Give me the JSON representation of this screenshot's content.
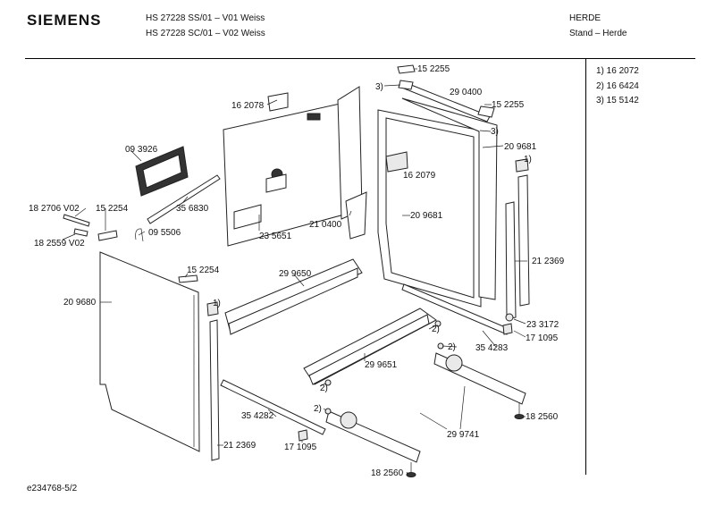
{
  "header": {
    "brand": "SIEMENS",
    "model_line_1": "HS 27228 SS/01 – V01 Weiss",
    "model_line_2": "HS 27228 SC/01 – V02 Weiss",
    "category": "HERDE",
    "subcategory": "Stand – Herde"
  },
  "notes": [
    "1)  16 2072",
    "2)  16 6424",
    "3)  15 5142"
  ],
  "part_labels": [
    "15 2255",
    "3)",
    "29 0400",
    "15 2255",
    "3)",
    "16 2078",
    "20 9681",
    "1)",
    "09 3926",
    "16 2079",
    "18 2706 V02",
    "15 2254",
    "35 6830",
    "21 0400",
    "20 9681",
    "09 5506",
    "23 5651",
    "18 2559 V02",
    "21 2369",
    "15 2254",
    "29 9650",
    "1)",
    "20 9680",
    "23 3172",
    "2)",
    "17 1095",
    "2)",
    "35 4283",
    "29 9651",
    "2)",
    "18 2560",
    "2)",
    "35 4282",
    "29 9741",
    "21 2369",
    "17 1095",
    "18 2560"
  ],
  "footer": "e234768-5/2"
}
